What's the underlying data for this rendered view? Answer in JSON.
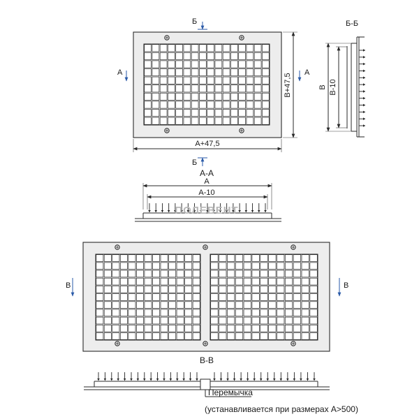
{
  "labels": {
    "section_b_top": "Б",
    "section_b_bottom": "Б",
    "section_bb_title": "Б-Б",
    "section_a_left": "А",
    "section_a_right": "А",
    "dim_height_outer": "B+47,5",
    "dim_width_outer": "A+47,5",
    "dim_b": "B",
    "dim_b10": "B-10",
    "section_aa_title": "А-А",
    "dim_a": "A",
    "dim_a10": "A-10",
    "section_v_left": "В",
    "section_v_right": "В",
    "section_vv_title": "В-В",
    "jumper_label": "Перемычка",
    "jumper_note": "(устанавливается при размерах A>500)"
  },
  "watermark": "ПОЛЕВЕНТ",
  "colors": {
    "line": "#2a2a2a",
    "panel": "#ededed",
    "blue": "#2a5aa8",
    "watermark": "#b8b8b8"
  }
}
